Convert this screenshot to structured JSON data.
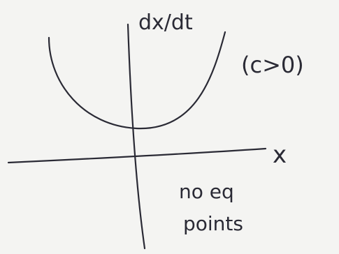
{
  "sketch": {
    "y_axis_label": "dx/dt",
    "x_axis_label": "x",
    "condition": "(c>0)",
    "note_line1": "no eq",
    "note_line2": "points"
  },
  "colors": {
    "paper": "#f4f4f2",
    "ink": "#2a2a35"
  }
}
